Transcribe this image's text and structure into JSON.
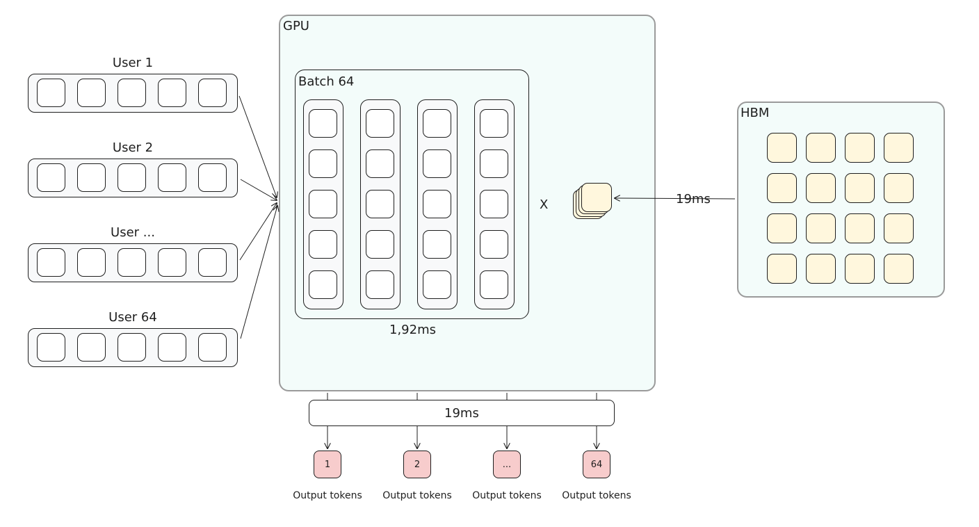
{
  "users": [
    {
      "label": "User 1"
    },
    {
      "label": "User 2"
    },
    {
      "label": "User ..."
    },
    {
      "label": "User 64"
    }
  ],
  "tokens_per_user": 5,
  "gpu": {
    "title": "GPU",
    "batch": {
      "title": "Batch 64",
      "columns": 4,
      "rows": 5,
      "compute_time": "1,92ms"
    },
    "multiply_symbol": "X"
  },
  "hbm": {
    "title": "HBM",
    "grid_rows": 4,
    "grid_cols": 4,
    "transfer_time": "19ms"
  },
  "output": {
    "step_time": "19ms",
    "tokens": [
      {
        "id": "1",
        "label": "Output tokens"
      },
      {
        "id": "2",
        "label": "Output tokens"
      },
      {
        "id": "...",
        "label": "Output tokens"
      },
      {
        "id": "64",
        "label": "Output tokens"
      }
    ]
  },
  "colors": {
    "stroke": "#1e1e1e",
    "container_border": "#9a9a9a",
    "container_fill": "#f3fcfa",
    "token_fill": "#ffffff",
    "row_fill": "#f8f9fa",
    "weight_fill": "#fff7dd",
    "output_fill": "#f7cccc"
  }
}
